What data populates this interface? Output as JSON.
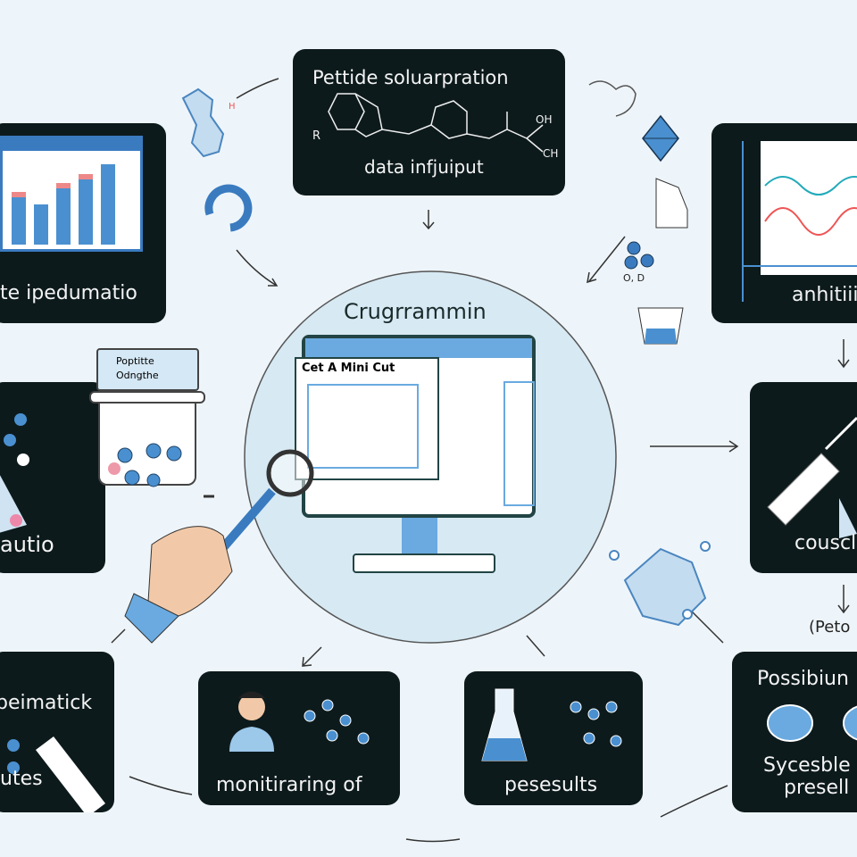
{
  "top_panel": {
    "title": "Pettide soluarpration",
    "subtitle": "data infjuiput",
    "chem_labels": [
      "R",
      "OH",
      "CH"
    ]
  },
  "left_top_panel": {
    "label": "te ipedumatio"
  },
  "right_top_panel": {
    "label": "anhitiii"
  },
  "left_mid_panel": {
    "label": "autio"
  },
  "right_mid_panel": {
    "label": "couscl"
  },
  "left_bottom_panel": {
    "label_top": "beimatick",
    "label_bottom": "utes"
  },
  "bottom_left_panel": {
    "label": "monitiraring of"
  },
  "bottom_right_panel": {
    "label": "pesesults"
  },
  "right_bottom_panel": {
    "caption": "(Peto",
    "title": "Possibiun",
    "line1": "Sycesble",
    "line2": "presell"
  },
  "center": {
    "title": "Crugrrammin",
    "window_title": "Cet A Mini Cut"
  },
  "cup": {
    "label_line1": "Poptitte",
    "label_line2": "Odngthe"
  },
  "misc": {
    "h_label": "H",
    "molecule_label": "O, D"
  },
  "colors": {
    "panel": "#0d1a1c",
    "accent": "#4a90d0",
    "background": "#eef5fa"
  }
}
